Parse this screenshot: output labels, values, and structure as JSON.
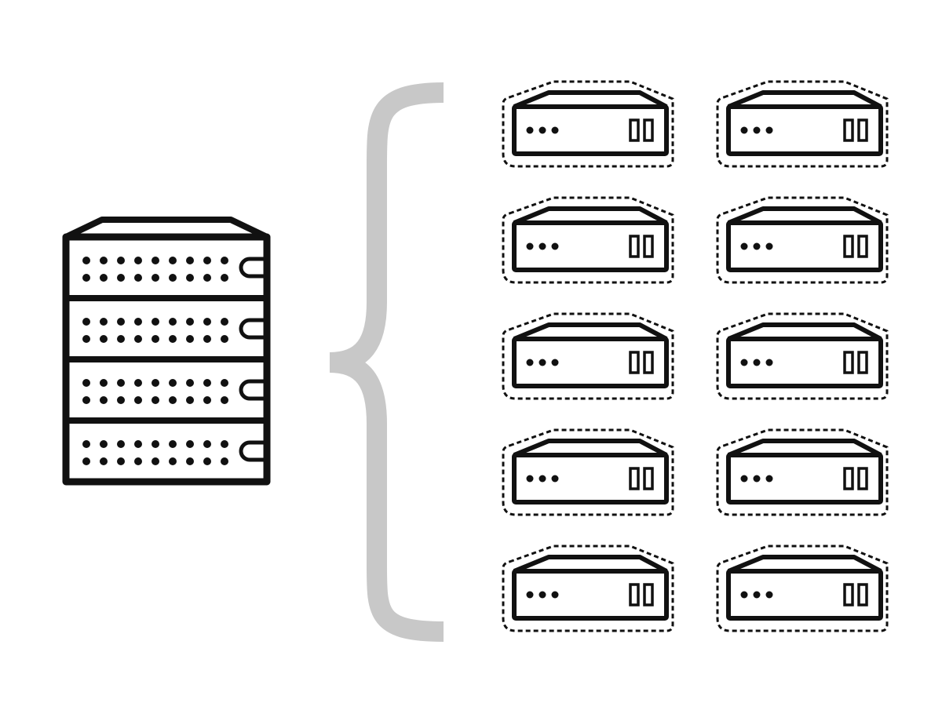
{
  "colors": {
    "background": "#ffffff",
    "stroke": "#111111",
    "brace": "#c8c8c8"
  },
  "icons": {
    "rack": "server-rack-icon",
    "brace": "curly-brace-icon",
    "unit": "server-unit-icon"
  },
  "rack": {
    "drive_bays": 4,
    "led_rows_per_bay": 2,
    "leds_per_row": 9
  },
  "units": {
    "rows": 5,
    "columns": 2,
    "outline": "dashed",
    "indicator_dots": 3,
    "ports": 2
  }
}
